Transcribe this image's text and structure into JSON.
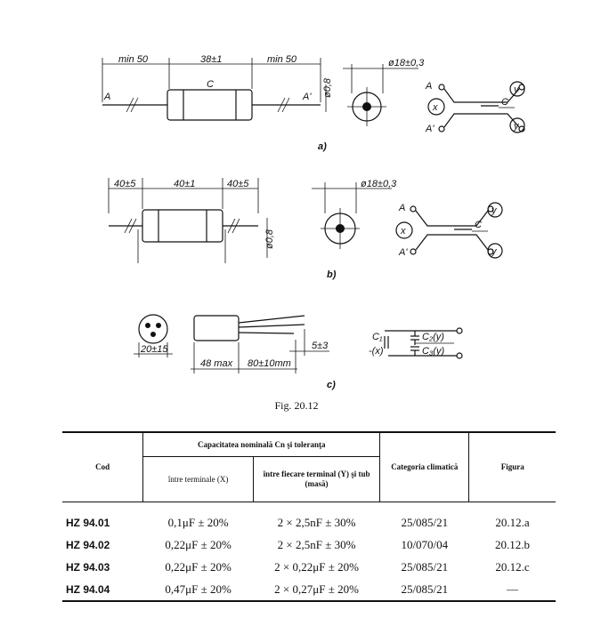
{
  "figure_a": {
    "dim_left": "min 50",
    "dim_mid": "38±1",
    "dim_right": "min 50",
    "dim_dia": "ø0,8",
    "dim_body": "ø18±0,3",
    "label_body": "C",
    "label_a": "A",
    "label_a_prime": "A'",
    "sch_a": "A",
    "sch_a_prime": "A'",
    "sch_x": "x",
    "sch_y1": "y",
    "sch_y2": "y",
    "sch_c": "C",
    "caption": "a)"
  },
  "figure_b": {
    "dim_left": "40±5",
    "dim_mid": "40±1",
    "dim_right": "40±5",
    "dim_dia": "ø0,8",
    "dim_body": "ø18±0,3",
    "sch_a": "A",
    "sch_a_prime": "A'",
    "sch_x": "x",
    "sch_y1": "y",
    "sch_y2": "y",
    "sch_c": "C",
    "caption": "b)"
  },
  "figure_c": {
    "dim_end": "20±15",
    "dim_body": "48 max",
    "dim_leads": "80±10mm",
    "dim_offset": "5±3",
    "sch_c1": "C₁",
    "sch_x": "-(x)",
    "sch_c2": "C₂(y)",
    "sch_c3": "C₃(y)",
    "caption": "c)"
  },
  "figure_caption": "Fig. 20.12",
  "table": {
    "col_cod": "Cod",
    "group_header": "Capacitatea nominală Cn şi toleranţa",
    "col_x": "între terminale (X)",
    "col_y": "între fiecare terminal (Y) şi tub (masă)",
    "col_cat": "Categoria climatică",
    "col_fig": "Figura",
    "rows": [
      {
        "cod": "HZ 94.01",
        "x": "0,1μF ± 20%",
        "y": "2 × 2,5nF ± 30%",
        "cat": "25/085/21",
        "fig": "20.12.a"
      },
      {
        "cod": "HZ 94.02",
        "x": "0,22μF ± 20%",
        "y": "2 × 2,5nF ± 30%",
        "cat": "10/070/04",
        "fig": "20.12.b"
      },
      {
        "cod": "HZ 94.03",
        "x": "0,22μF ± 20%",
        "y": "2 × 0,22μF ± 20%",
        "cat": "25/085/21",
        "fig": "20.12.c"
      },
      {
        "cod": "HZ 94.04",
        "x": "0,47μF ± 20%",
        "y": "2 × 0,27μF ± 20%",
        "cat": "25/085/21",
        "fig": "—"
      }
    ]
  }
}
